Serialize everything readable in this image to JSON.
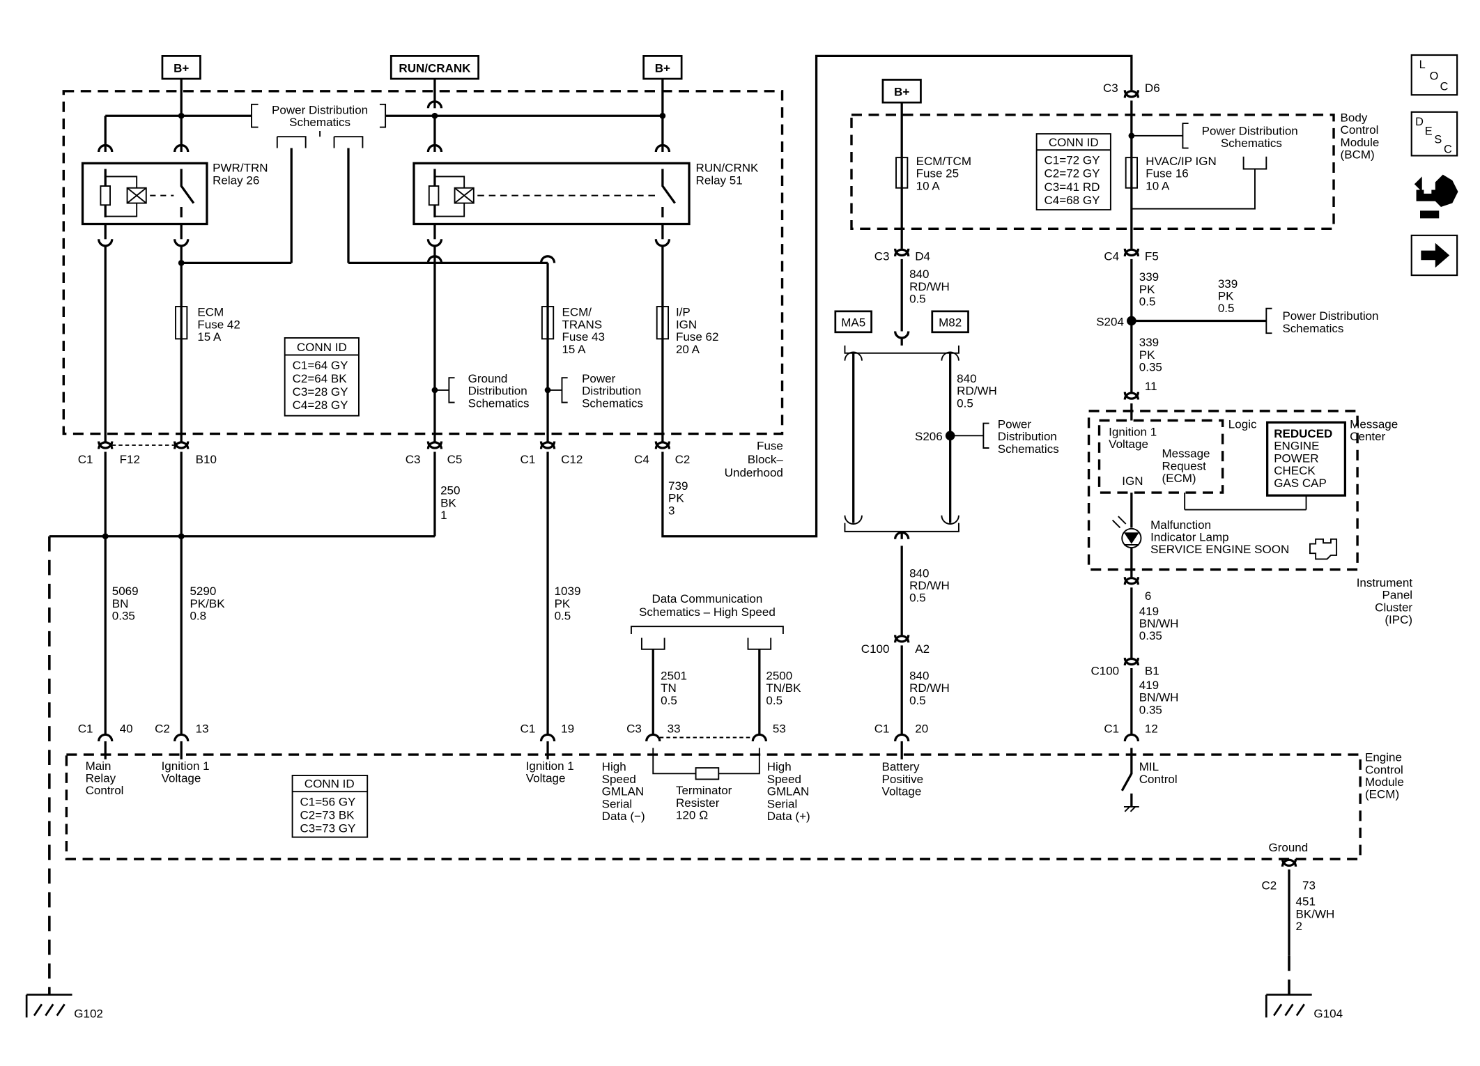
{
  "power_labels": {
    "b_plus_1": "B+",
    "run_crank": "RUN/CRANK",
    "b_plus_2": "B+",
    "b_plus_3": "B+"
  },
  "fuse_block": {
    "name": [
      "Fuse",
      "Block–",
      "Underhood"
    ],
    "power_dist": [
      "Power Distribution",
      "Schematics"
    ],
    "relay_26": [
      "PWR/TRN",
      "Relay 26"
    ],
    "relay_51": [
      "RUN/CRNK",
      "Relay 51"
    ],
    "fuse_42": [
      "ECM",
      "Fuse 42",
      "15 A"
    ],
    "fuse_43": [
      "ECM/",
      "TRANS",
      "Fuse 43",
      "15 A"
    ],
    "fuse_62": [
      "I/P",
      "IGN",
      "Fuse 62",
      "20 A"
    ],
    "conn_id": {
      "title": "CONN ID",
      "rows": [
        "C1=64 GY",
        "C2=64 BK",
        "C3=28 GY",
        "C4=28 GY"
      ]
    },
    "ground_dist": [
      "Ground",
      "Distribution",
      "Schematics"
    ],
    "power_dist_2": [
      "Power",
      "Distribution",
      "Schematics"
    ]
  },
  "fb_connectors": [
    {
      "conn": "C1",
      "pin": "F12"
    },
    {
      "conn": "",
      "pin": "B10"
    },
    {
      "conn": "C3",
      "pin": "C5"
    },
    {
      "conn": "C1",
      "pin": "C12"
    },
    {
      "conn": "C4",
      "pin": "C2"
    }
  ],
  "wires": {
    "w250": [
      "250",
      "BK",
      "1"
    ],
    "w739": [
      "739",
      "PK",
      "3"
    ],
    "w5069": [
      "5069",
      "BN",
      "0.35"
    ],
    "w5290": [
      "5290",
      "PK/BK",
      "0.8"
    ],
    "w1039": [
      "1039",
      "PK",
      "0.5"
    ],
    "w2501": [
      "2501",
      "TN",
      "0.5"
    ],
    "w2500": [
      "2500",
      "TN/BK",
      "0.5"
    ],
    "w840a": [
      "840",
      "RD/WH",
      "0.5"
    ],
    "w840b": [
      "840",
      "RD/WH",
      "0.5"
    ],
    "w840c": [
      "840",
      "RD/WH",
      "0.5"
    ],
    "w840d": [
      "840",
      "RD/WH",
      "0.5"
    ],
    "w339a": [
      "339",
      "PK",
      "0.5"
    ],
    "w339b": [
      "339",
      "PK",
      "0.5"
    ],
    "w339c": [
      "339",
      "PK",
      "0.35"
    ],
    "w419a": [
      "419",
      "BN/WH",
      "0.35"
    ],
    "w419b": [
      "419",
      "BN/WH",
      "0.35"
    ],
    "w451": [
      "451",
      "BK/WH",
      "2"
    ]
  },
  "data_comm": [
    "Data Communication",
    "Schematics – High Speed"
  ],
  "bcm": {
    "name": [
      "Body",
      "Control",
      "Module",
      "(BCM)"
    ],
    "top_conn": {
      "conn": "C3",
      "pin": "D6"
    },
    "fuse_25": [
      "ECM/TCM",
      "Fuse 25",
      "10 A"
    ],
    "fuse_16": [
      "HVAC/IP IGN",
      "Fuse 16",
      "10 A"
    ],
    "conn_id": {
      "title": "CONN ID",
      "rows": [
        "C1=72 GY",
        "C2=72 GY",
        "C3=41 RD",
        "C4=68 GY"
      ]
    },
    "power_dist": [
      "Power Distribution",
      "Schematics"
    ],
    "conn_left": {
      "conn": "C3",
      "pin": "D4"
    },
    "conn_right": {
      "conn": "C4",
      "pin": "F5"
    }
  },
  "splices": {
    "s204": "S204",
    "s206": "S206",
    "s204_dest": [
      "Power Distribution",
      "Schematics"
    ],
    "s206_dest": [
      "Power",
      "Distribution",
      "Schematics"
    ]
  },
  "inline": {
    "ma5": "MA5",
    "m82": "M82",
    "c100a": "C100",
    "c100a_pin": "A2",
    "c100b": "C100",
    "c100b_pin": "B1"
  },
  "ipc": {
    "pin_in": "11",
    "pin_out": "6",
    "logic": "Logic",
    "ign1": [
      "Ignition 1",
      "Voltage"
    ],
    "msg_req": [
      "Message",
      "Request",
      "(ECM)"
    ],
    "ign": "IGN",
    "msg_center": [
      "Message",
      "Center"
    ],
    "reduced": [
      "REDUCED",
      "ENGINE",
      "POWER",
      "CHECK",
      "GAS CAP"
    ],
    "mil": [
      "Malfunction",
      "Indicator Lamp",
      "SERVICE ENGINE SOON"
    ],
    "name": [
      "Instrument",
      "Panel",
      "Cluster",
      "(IPC)"
    ]
  },
  "ecm": {
    "name": [
      "Engine",
      "Control",
      "Module",
      "(ECM)"
    ],
    "pins": [
      {
        "conn": "C1",
        "pin": "40",
        "label": [
          "Main",
          "Relay",
          "Control"
        ]
      },
      {
        "conn": "C2",
        "pin": "13",
        "label": [
          "Ignition 1",
          "Voltage"
        ]
      },
      {
        "conn": "C1",
        "pin": "19",
        "label": [
          "Ignition 1",
          "Voltage"
        ]
      },
      {
        "conn": "C3",
        "pin": "33",
        "label": [
          "High",
          "Speed",
          "GMLAN",
          "Serial",
          "Data (−)"
        ]
      },
      {
        "conn": "",
        "pin": "53",
        "label": [
          "High",
          "Speed",
          "GMLAN",
          "Serial",
          "Data (+)"
        ]
      },
      {
        "conn": "C1",
        "pin": "20",
        "label": [
          "Battery",
          "Positive",
          "Voltage"
        ]
      },
      {
        "conn": "C1",
        "pin": "12",
        "label": [
          "MIL",
          "Control"
        ]
      }
    ],
    "terminator": [
      "Terminator",
      "Resister",
      "120 Ω"
    ],
    "conn_id": {
      "title": "CONN ID",
      "rows": [
        "C1=56 GY",
        "C2=73 BK",
        "C3=73 GY"
      ]
    },
    "ground": "Ground",
    "ground_conn": {
      "conn": "C2",
      "pin": "73"
    }
  },
  "grounds": {
    "g102": "G102",
    "g104": "G104"
  },
  "side_icons": [
    {
      "name": "loc-icon",
      "letters": [
        "L",
        "O",
        "C"
      ]
    },
    {
      "name": "desc-icon",
      "letters": [
        "D",
        "E",
        "S",
        "C"
      ]
    },
    {
      "name": "troubleshooting-hand-icon"
    },
    {
      "name": "next-arrow-icon"
    }
  ]
}
